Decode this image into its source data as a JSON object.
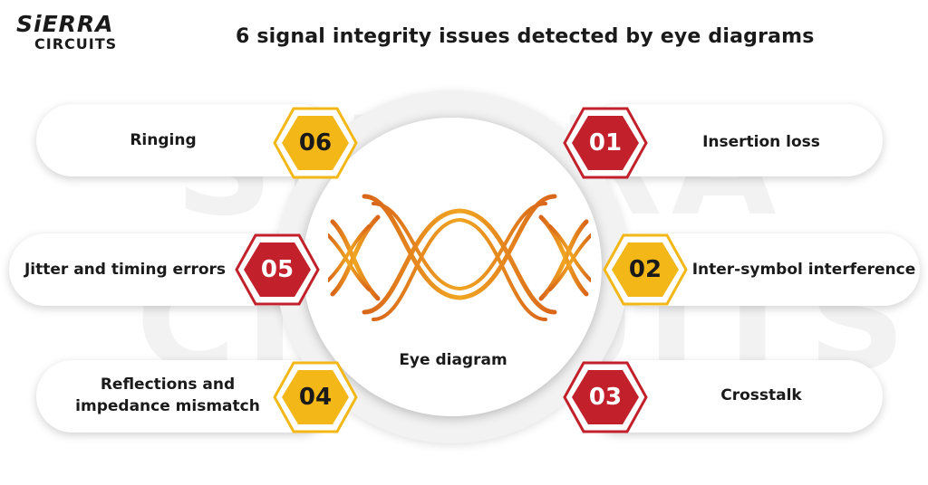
{
  "brand": {
    "line1": "SiERRA",
    "line2": "CIRCUITS"
  },
  "title": "6 signal integrity issues detected by eye diagrams",
  "watermark": "SIERRA\nCIRCUITS",
  "center_label": "Eye diagram",
  "colors": {
    "yellow": "#f3b718",
    "red": "#c2212b",
    "eye_orange": "#e2881e",
    "text_dark": "#1a1a1a"
  },
  "issues": [
    {
      "num": "01",
      "label": "Insertion loss",
      "color": "red"
    },
    {
      "num": "02",
      "label": "Inter-symbol interference",
      "color": "yellow"
    },
    {
      "num": "03",
      "label": "Crosstalk",
      "color": "red"
    },
    {
      "num": "04",
      "label": "Reflections and impedance mismatch",
      "color": "yellow"
    },
    {
      "num": "05",
      "label": "Jitter and timing errors",
      "color": "red"
    },
    {
      "num": "06",
      "label": "Ringing",
      "color": "yellow"
    }
  ]
}
